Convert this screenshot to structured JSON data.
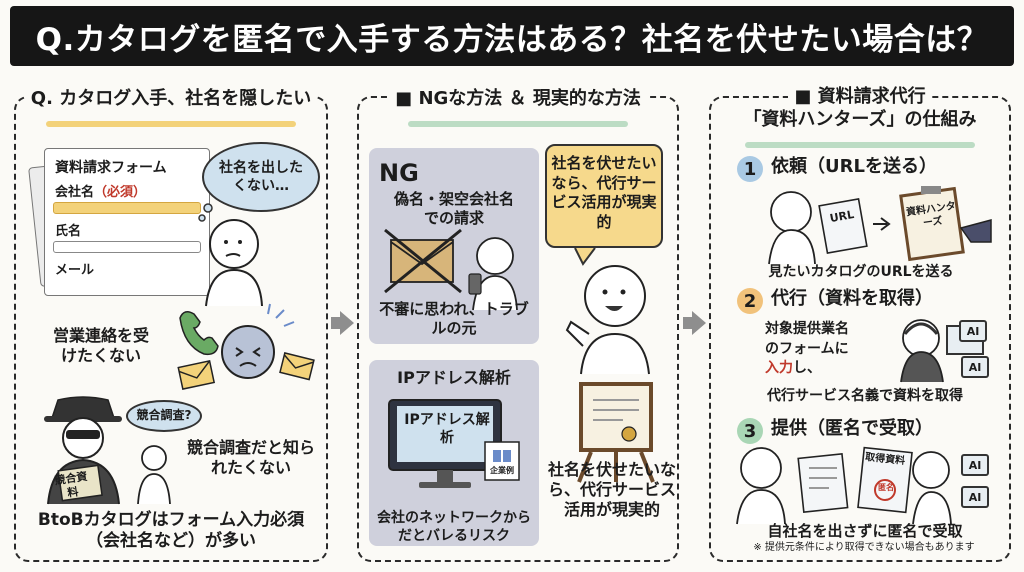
{
  "title": "Q.カタログを匿名で入手する方法はある？社名を伏せたい場合は？",
  "panel1": {
    "title": "Q. カタログ入手、社名を隠したい",
    "form_title": "資料請求フォーム",
    "form_company": "会社名",
    "form_required": "（必須）",
    "form_name": "氏名",
    "form_mail": "メール",
    "bubble_think": "社名を出したくない…",
    "sales_text": "営業連絡を受けたくない",
    "competitor_bubble": "競合調査?",
    "competitor_text": "競合調査だと知られたくない",
    "doc_label": "競合資料",
    "bottom_text": "BtoBカタログはフォーム入力必須（会社名など）が多い"
  },
  "panel2": {
    "title": "■ NGな方法 ＆ 現実的な方法",
    "ng_label": "NG",
    "ng1_text": "偽名・架空会社名での請求",
    "ng1_caption": "不審に思われ、トラブルの元",
    "speech": "社名を伏せたいなら、代行サービス活用が現実的",
    "ng2_title": "IPアドレス解析",
    "monitor_text": "IPアドレス解析",
    "company_label": "企業例",
    "ng2_caption": "会社のネットワークからだとバレるリスク",
    "right_caption": "社名を伏せたいなら、代行サービス活用が現実的"
  },
  "panel3": {
    "title_line1": "■ 資料請求代行",
    "title_line2": "「資料ハンターズ」の仕組み",
    "step1_num": "1",
    "step1_title": "依頼（URLを送る）",
    "url_label": "URL",
    "clip_label": "資料ハンターズ",
    "step1_caption": "見たいカタログのURLを送る",
    "step2_num": "2",
    "step2_title": "代行（資料を取得）",
    "step2_line1": "対象提供業名",
    "step2_line2": "のフォームに",
    "step2_line3_red": "入力",
    "step2_line3_rest": "し、",
    "step2_line4": "代行サービス名義で資料を取得",
    "ai_label": "AI",
    "step3_num": "3",
    "step3_title": "提供（匿名で受取）",
    "doc_title": "取得資料",
    "stamp": "匿名",
    "step3_caption": "自社名を出さずに匿名で受取",
    "note": "※ 提供元条件により取得できない場合もあります"
  },
  "colors": {
    "banner": "#161616",
    "underline_yellow": "#f3d27a",
    "underline_green": "#bcdcc4",
    "bubble_blue": "#cfe1ee",
    "ng_grey": "#cfd0dc",
    "speech_yellow": "#f6d98c",
    "step1_blue": "#a9c9e3",
    "step2_orange": "#f1c27b",
    "step3_green": "#a9d6b5",
    "red": "#c0392b"
  }
}
